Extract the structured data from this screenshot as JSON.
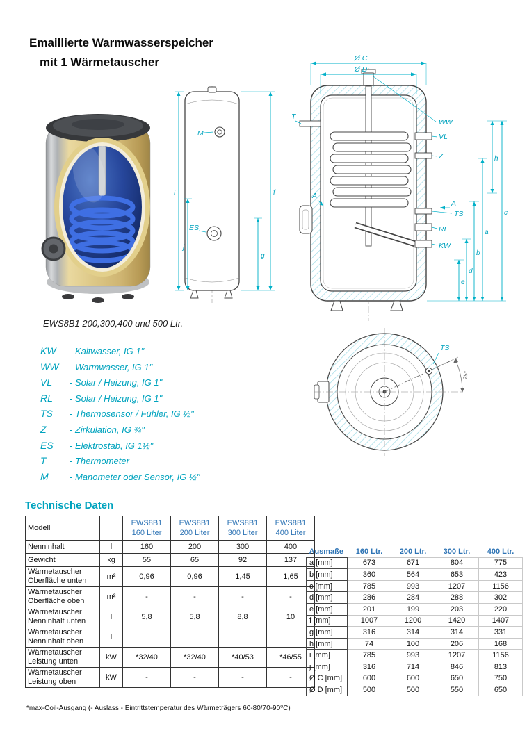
{
  "page": {
    "title_line1": "Emaillierte Warmwasserspeicher",
    "title_line2": "mit 1 Wärmetauscher",
    "caption": "EWS8B1 200,300,400 und 500 Ltr.",
    "tech_heading": "Technische Daten",
    "footnote": "*max-Coil-Ausgang (- Auslass - Eintrittstemperatur des Wärmeträgers 60-80/70-90⁰C)"
  },
  "colors": {
    "accent_cyan": "#00A3BE",
    "dimension_line": "#00B0C8",
    "table_header_blue": "#2E74B5"
  },
  "legend": {
    "items": [
      {
        "code": "KW",
        "desc": "- Kaltwasser, IG 1\""
      },
      {
        "code": "WW",
        "desc": "- Warmwasser, IG 1\""
      },
      {
        "code": "VL",
        "desc": "- Solar / Heizung, IG 1\""
      },
      {
        "code": "RL",
        "desc": "- Solar / Heizung, IG 1\""
      },
      {
        "code": "TS",
        "desc": "- Thermosensor / Fühler, IG ½\""
      },
      {
        "code": "Z",
        "desc": "- Zirkulation, IG ¾\""
      },
      {
        "code": "ES",
        "desc": "- Elektrostab, IG 1½\""
      },
      {
        "code": "T",
        "desc": "- Thermometer"
      },
      {
        "code": "M",
        "desc": "- Manometer oder Sensor, IG ½\""
      }
    ]
  },
  "labels": {
    "side": {
      "m": "M",
      "es": "ES",
      "f": "f",
      "g": "g",
      "i": "i",
      "j": "j"
    },
    "section": {
      "oc": "Ø C",
      "od": "Ø D",
      "t": "T",
      "ww": "WW",
      "vl": "VL",
      "z": "Z",
      "ts": "TS",
      "rl": "RL",
      "kw": "KW",
      "a_marker": "A",
      "dim_a": "a",
      "dim_b": "b",
      "dim_c": "c",
      "dim_d": "d",
      "dim_e": "e",
      "dim_h": "h"
    },
    "top": {
      "ts": "TS",
      "angle": "25°"
    }
  },
  "tech_table": {
    "model_label": "Modell",
    "columns": [
      "EWS8B1\n160 Liter",
      "EWS8B1\n200 Liter",
      "EWS8B1\n300 Liter",
      "EWS8B1\n400 Liter"
    ],
    "rows": [
      {
        "label": "Nenninhalt",
        "unit": "l",
        "values": [
          "160",
          "200",
          "300",
          "400"
        ]
      },
      {
        "label": "Gewicht",
        "unit": "kg",
        "values": [
          "55",
          "65",
          "92",
          "137"
        ]
      },
      {
        "label": "Wärmetauscher\nOberfläche unten",
        "unit": "m²",
        "values": [
          "0,96",
          "0,96",
          "1,45",
          "1,65"
        ]
      },
      {
        "label": "Wärmetauscher\nOberfläche oben",
        "unit": "m²",
        "values": [
          "-",
          "-",
          "-",
          "-"
        ]
      },
      {
        "label": "Wärmetauscher\nNenninhalt unten",
        "unit": "l",
        "values": [
          "5,8",
          "5,8",
          "8,8",
          "10"
        ]
      },
      {
        "label": "Wärmetauscher\nNenninhalt oben",
        "unit": "l",
        "values": [
          "",
          "",
          "",
          ""
        ]
      },
      {
        "label": "Wärmetauscher\nLeistung unten",
        "unit": "kW",
        "values": [
          "*32/40",
          "*32/40",
          "*40/53",
          "*46/55"
        ]
      },
      {
        "label": "Wärmetauscher\nLeistung oben",
        "unit": "kW",
        "values": [
          "-",
          "-",
          "-",
          "-"
        ]
      }
    ]
  },
  "dim_table": {
    "header": [
      "Ausmaße",
      "160 Ltr.",
      "200 Ltr.",
      "300 Ltr.",
      "400 Ltr."
    ],
    "rows": [
      {
        "label": "a [mm]",
        "values": [
          "673",
          "671",
          "804",
          "775"
        ]
      },
      {
        "label": "b [mm]",
        "values": [
          "360",
          "564",
          "653",
          "423"
        ]
      },
      {
        "label": "c [mm]",
        "values": [
          "785",
          "993",
          "1207",
          "1156"
        ]
      },
      {
        "label": "d [mm]",
        "values": [
          "286",
          "284",
          "288",
          "302"
        ]
      },
      {
        "label": "e [mm]",
        "values": [
          "201",
          "199",
          "203",
          "220"
        ]
      },
      {
        "label": "f [mm]",
        "values": [
          "1007",
          "1200",
          "1420",
          "1407"
        ]
      },
      {
        "label": "g [mm]",
        "values": [
          "316",
          "314",
          "314",
          "331"
        ]
      },
      {
        "label": "h [mm]",
        "values": [
          "74",
          "100",
          "206",
          "168"
        ]
      },
      {
        "label": "i [mm]",
        "values": [
          "785",
          "993",
          "1207",
          "1156"
        ]
      },
      {
        "label": "j [mm]",
        "values": [
          "316",
          "714",
          "846",
          "813"
        ]
      },
      {
        "label": "Ø C [mm]",
        "values": [
          "600",
          "600",
          "650",
          "750"
        ]
      },
      {
        "label": "Ø D [mm]",
        "values": [
          "500",
          "500",
          "550",
          "650"
        ]
      }
    ]
  }
}
